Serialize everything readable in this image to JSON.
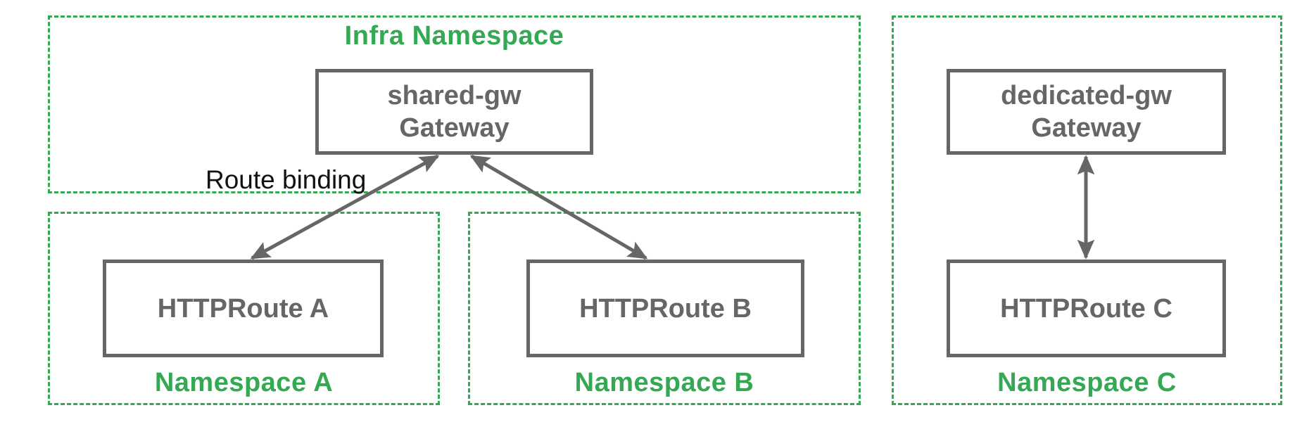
{
  "colors": {
    "green": "#34a853",
    "gray": "#666666",
    "text": "#111111",
    "bg": "#ffffff"
  },
  "namespaces": {
    "infra": {
      "title": "Infra Namespace"
    },
    "a": {
      "title": "Namespace A"
    },
    "b": {
      "title": "Namespace B"
    },
    "c": {
      "title": "Namespace C"
    }
  },
  "nodes": {
    "shared_gw": {
      "name": "shared-gw",
      "kind": "Gateway"
    },
    "dedicated_gw": {
      "name": "dedicated-gw",
      "kind": "Gateway"
    },
    "route_a": {
      "label": "HTTPRoute A"
    },
    "route_b": {
      "label": "HTTPRoute B"
    },
    "route_c": {
      "label": "HTTPRoute C"
    }
  },
  "annotations": {
    "route_binding": "Route binding"
  }
}
